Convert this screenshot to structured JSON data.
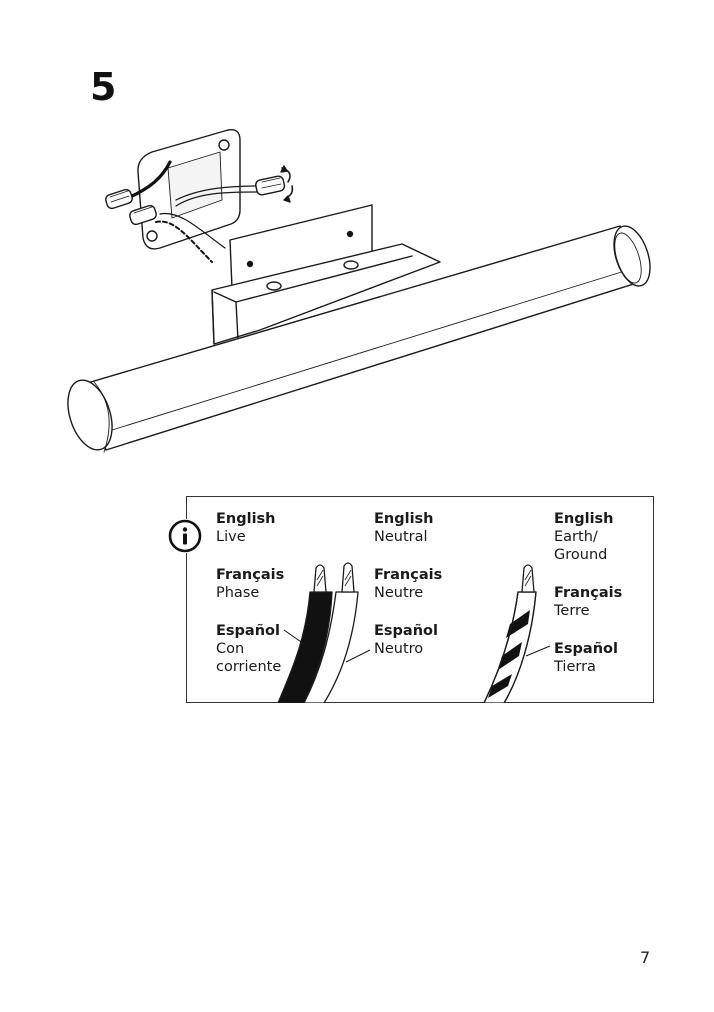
{
  "step": {
    "number": "5"
  },
  "wire_legend": {
    "live": [
      {
        "language": "English",
        "term": "Live"
      },
      {
        "language": "Français",
        "term": "Phase"
      },
      {
        "language": "Español",
        "term": "Con corriente"
      }
    ],
    "neutral": [
      {
        "language": "English",
        "term": "Neutral"
      },
      {
        "language": "Français",
        "term": "Neutre"
      },
      {
        "language": "Español",
        "term": "Neutro"
      }
    ],
    "earth": [
      {
        "language": "English",
        "term": "Earth/ Ground"
      },
      {
        "language": "Français",
        "term": "Terre"
      },
      {
        "language": "Español",
        "term": "Tierra"
      }
    ]
  },
  "page": {
    "number": "7"
  },
  "icons": [
    "info-icon"
  ]
}
